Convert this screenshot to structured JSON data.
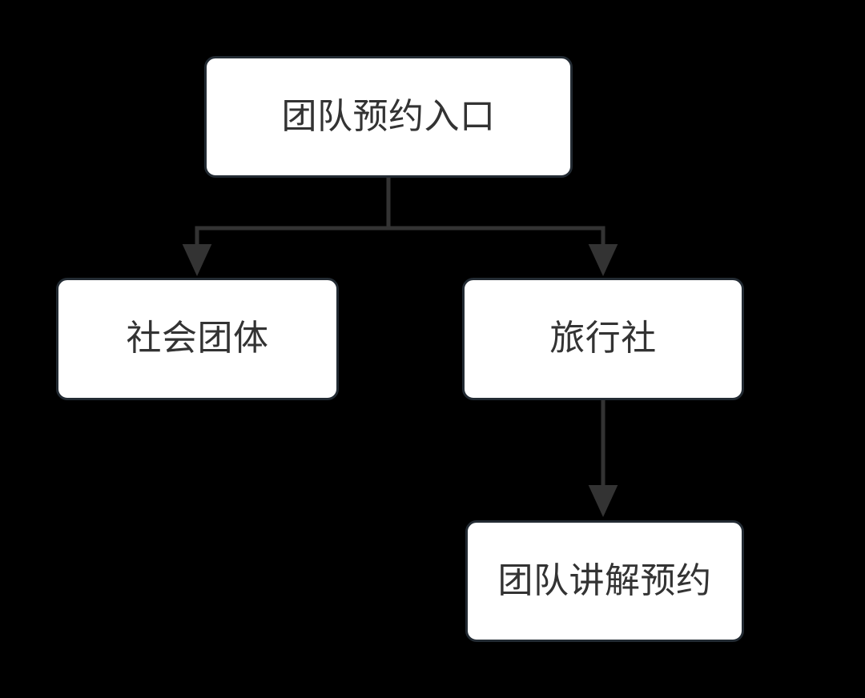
{
  "diagram": {
    "type": "flowchart",
    "direction": "top-down",
    "background_color": "#000000",
    "node_fill_color": "#ffffff",
    "node_border_color": "#232b33",
    "node_text_color": "#333333",
    "edge_color": "#333333",
    "nodes": [
      {
        "id": "root",
        "label": "团队预约入口"
      },
      {
        "id": "social",
        "label": "社会团体"
      },
      {
        "id": "agency",
        "label": "旅行社"
      },
      {
        "id": "guidebook",
        "label": "团队讲解预约"
      }
    ],
    "edges": [
      {
        "from": "root",
        "to": "social",
        "style": "elbow",
        "arrowhead": "filled-triangle",
        "label": ""
      },
      {
        "from": "root",
        "to": "agency",
        "style": "elbow",
        "arrowhead": "filled-triangle",
        "label": ""
      },
      {
        "from": "agency",
        "to": "guidebook",
        "style": "straight",
        "arrowhead": "filled-triangle",
        "label": ""
      }
    ]
  }
}
